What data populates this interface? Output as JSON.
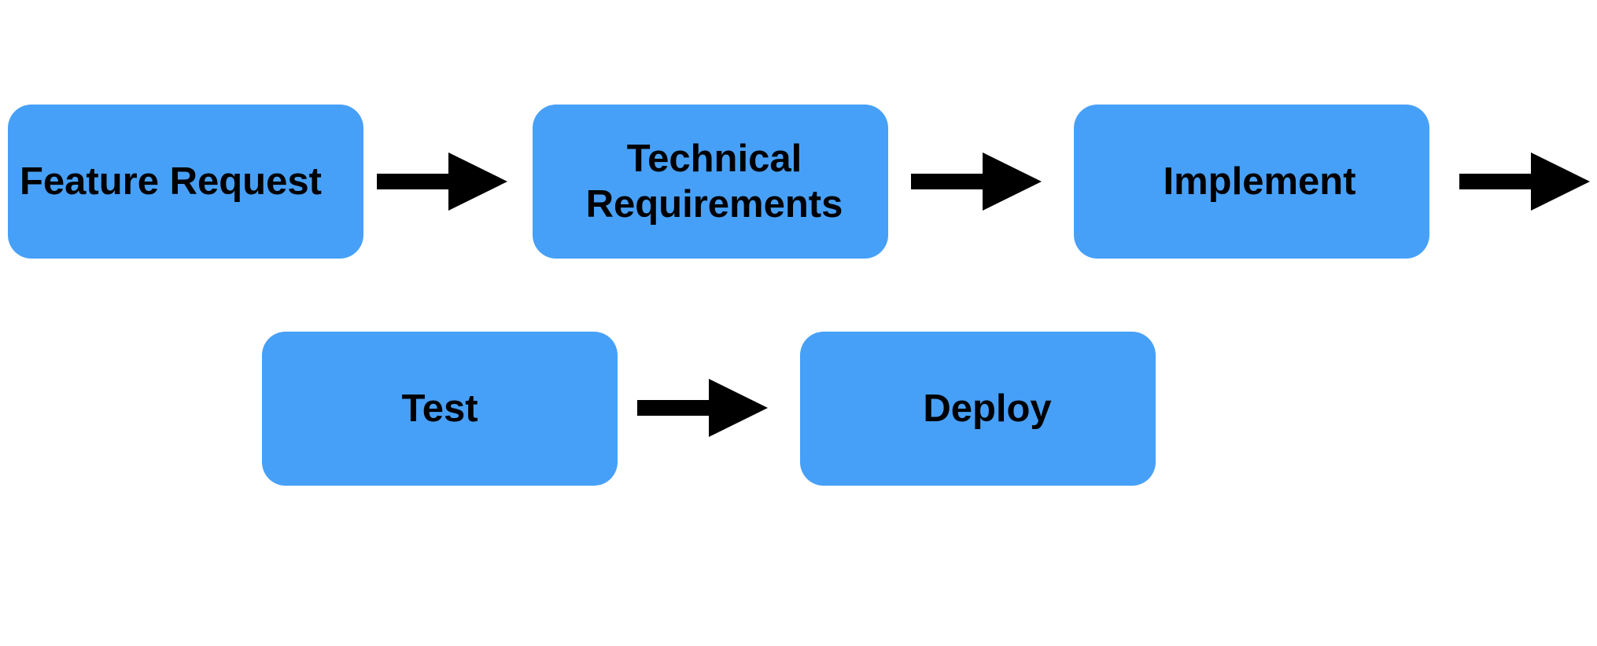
{
  "diagram": {
    "box_color": "#47A0F8",
    "arrow_color": "#000000",
    "text_color": "#000000",
    "nodes": [
      {
        "id": "feature-request",
        "label": "Feature Request"
      },
      {
        "id": "technical-requirements",
        "label": "Technical\nRequirements"
      },
      {
        "id": "implement",
        "label": "Implement"
      },
      {
        "id": "test",
        "label": "Test"
      },
      {
        "id": "deploy",
        "label": "Deploy"
      }
    ],
    "edges": [
      {
        "from": "feature-request",
        "to": "technical-requirements"
      },
      {
        "from": "technical-requirements",
        "to": "implement"
      },
      {
        "from": "implement",
        "to": null
      },
      {
        "from": "test",
        "to": "deploy"
      }
    ]
  }
}
